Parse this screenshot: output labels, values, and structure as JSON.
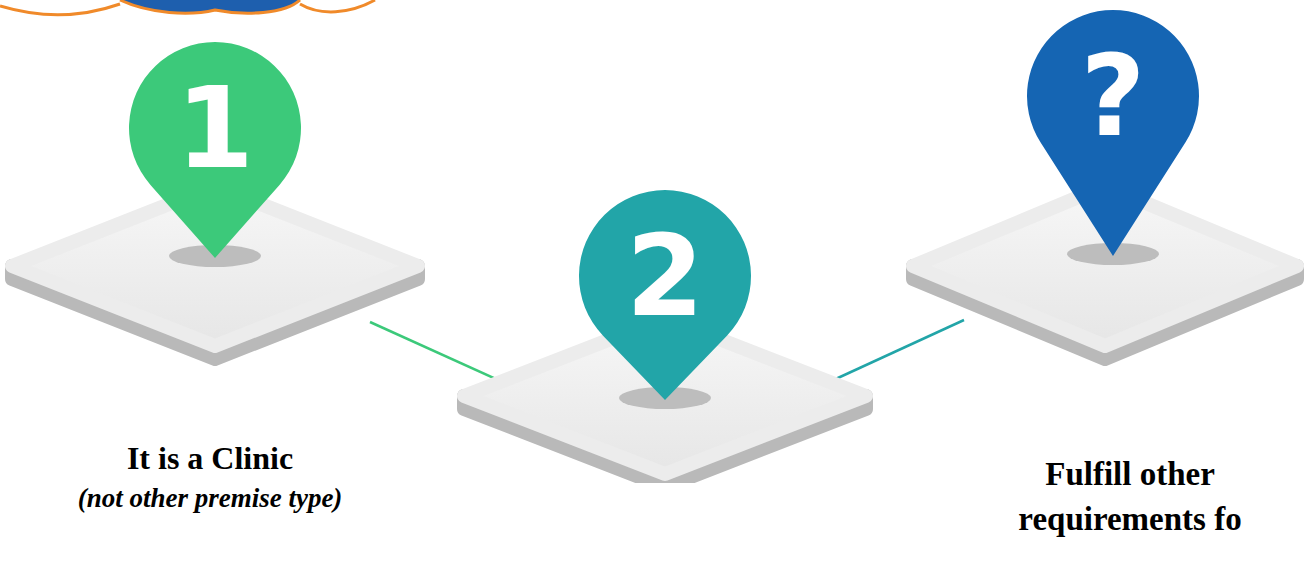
{
  "diagram": {
    "nodes": [
      {
        "text": [
          "1"
        ]
      },
      {
        "text": [
          "2"
        ]
      },
      {
        "text": [
          "?"
        ]
      }
    ],
    "edges": [
      {
        "from": 0,
        "to": 1,
        "arrow": "none"
      },
      {
        "from": 1,
        "to": 2,
        "arrow": "none"
      }
    ],
    "labels": [
      "It is a Clinic",
      "(not other premise type)",
      "Fulfill other requirements fo"
    ]
  }
}
